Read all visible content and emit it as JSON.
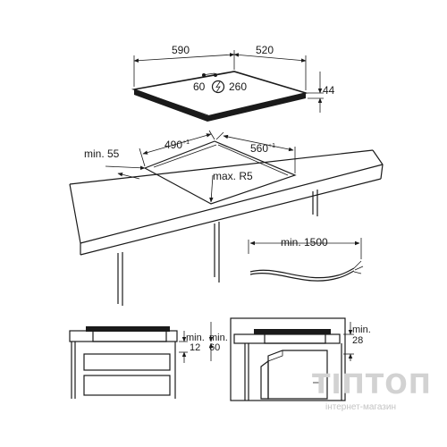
{
  "hob": {
    "width": "590",
    "depth": "520",
    "height": "44",
    "conn_left": "60",
    "conn_right": "260"
  },
  "cutout": {
    "width": "490",
    "width_tol": "+1",
    "depth": "560",
    "depth_tol": "+1",
    "radius": "max. R5",
    "edge_min": "min. 55"
  },
  "cable": {
    "length": "min. 1500"
  },
  "section_left": {
    "gap1_label": "min.",
    "gap1_value": "12",
    "gap2_label": "min.",
    "gap2_value": "60"
  },
  "section_right": {
    "gap_label": "min.",
    "gap_value": "28"
  },
  "watermark": {
    "brand": "ТІПТОП",
    "subtitle": "інтернет-магазин"
  }
}
